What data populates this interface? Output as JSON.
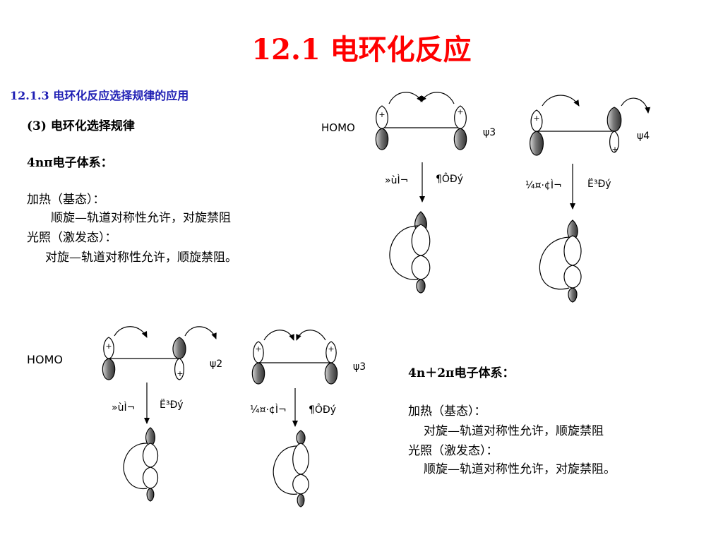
{
  "title": "12.1    电环化反应",
  "subtitle": "12.1.3   电环化反应选择规律的应用",
  "left_text": {
    "heading": "(3)   电环化选择规律",
    "system": "4nπ电子体系：",
    "heat": "加热（基态）：",
    "heat_rule": "顺旋—轨道对称性允许，对旋禁阻",
    "light": "光照（激发态）：",
    "light_rule": "对旋—轨道对称性允许，顺旋禁阻。"
  },
  "right_text": {
    "system": "4n＋2π电子体系：",
    "heat": "加热（基态）：",
    "heat_rule": "对旋—轨道对称性允许，顺旋禁阻",
    "light": "光照（激发态）：",
    "light_rule": "顺旋—轨道对称性允许，对旋禁阻。"
  },
  "diagrams": {
    "d1": {
      "homo": "HOMO",
      "psi": "ψ3",
      "cond": "»ùÌ¬",
      "rot": "¶ÔÐý",
      "plus_top": "+",
      "plus_bottom": "+"
    },
    "d2": {
      "psi": "ψ4",
      "cond": "¼¤·¢Ì¬",
      "rot": "Ë³Ðý",
      "plus_top": "+",
      "plus_bottom": "+"
    },
    "d3": {
      "homo": "HOMO",
      "psi": "ψ2",
      "cond": "»ùÌ¬",
      "rot": "Ë³Ðý",
      "plus_top": "+",
      "plus_bottom": "+"
    },
    "d4": {
      "psi": "ψ3",
      "cond": "¼¤·¢Ì¬",
      "rot": "¶ÔÐý",
      "plus_top": "+",
      "plus_bottom": "+"
    }
  },
  "colors": {
    "title": "#ff0000",
    "subtitle": "#1f1fb4",
    "lobe_dark": "#555555"
  }
}
